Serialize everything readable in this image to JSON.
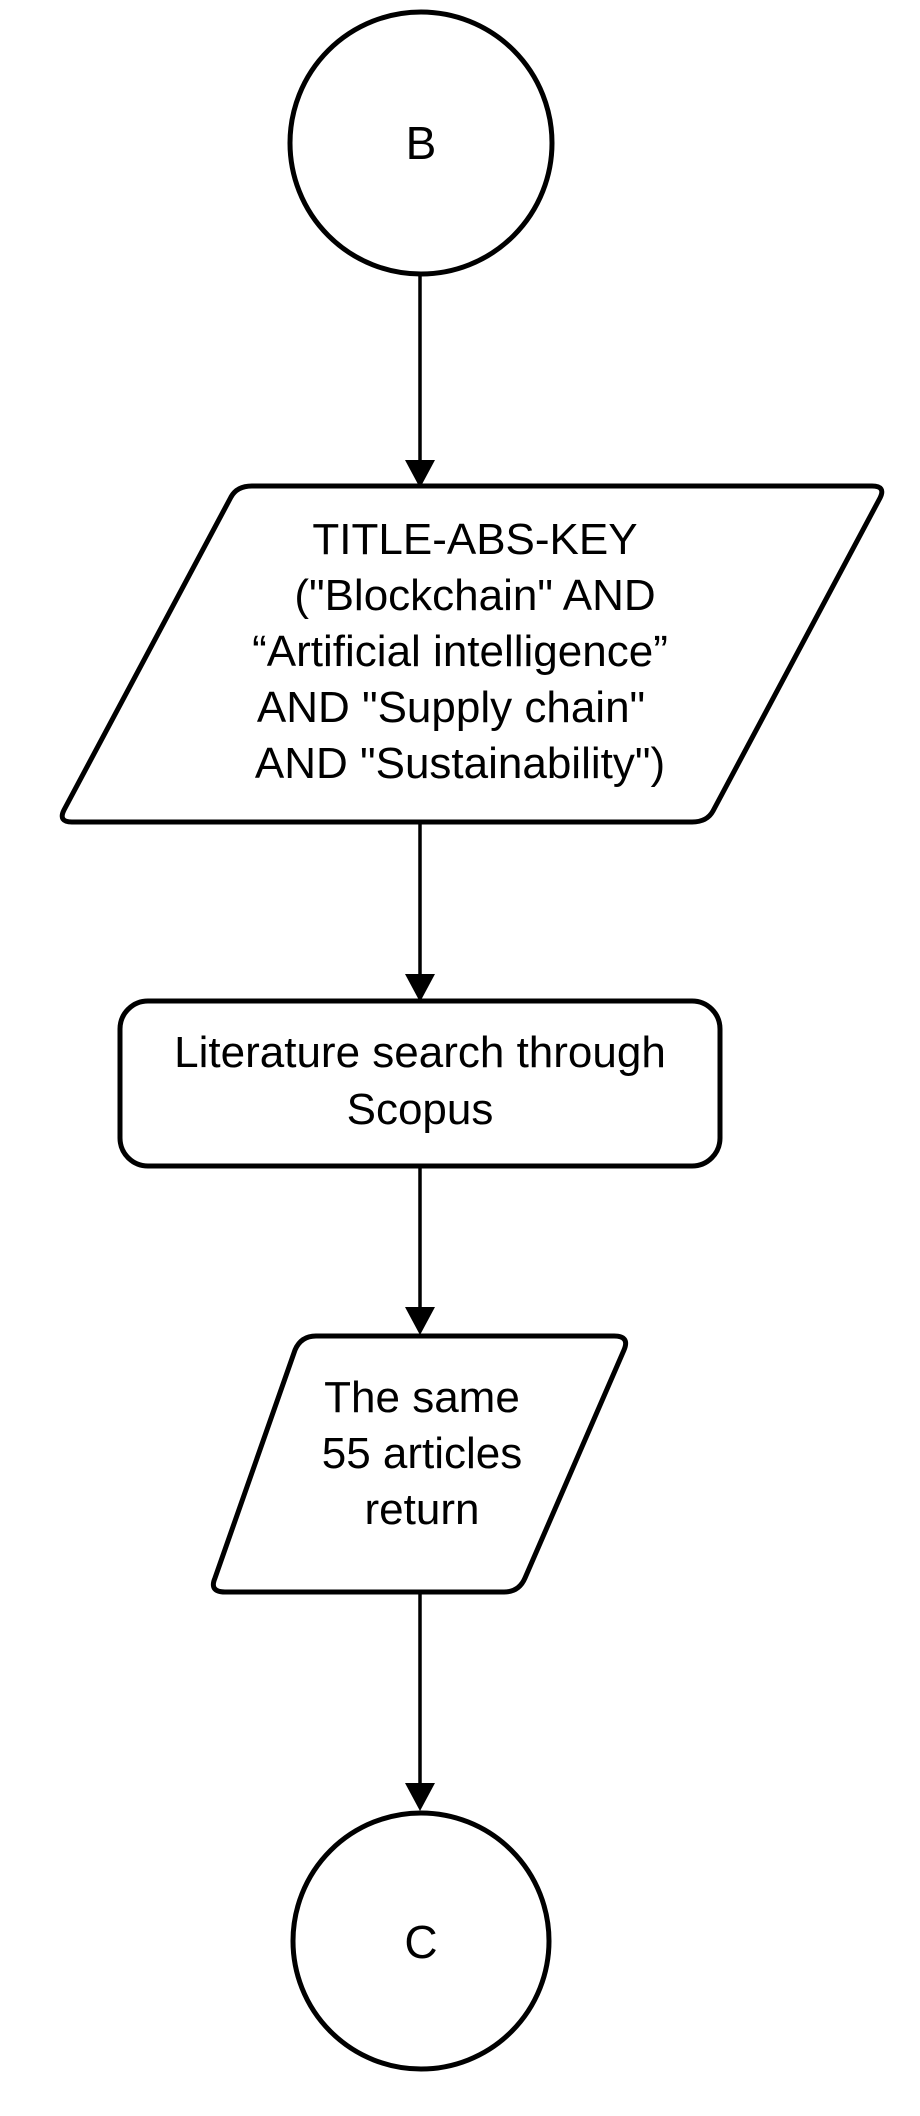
{
  "diagram": {
    "type": "flowchart",
    "nodes": [
      {
        "id": "connector-b",
        "shape": "circle",
        "label": "B"
      },
      {
        "id": "query",
        "shape": "parallelogram",
        "lines": [
          "TITLE-ABS-KEY",
          "(\"Blockchain\" AND",
          "“Artificial intelligence”",
          "AND \"Supply chain\"",
          "AND \"Sustainability\")"
        ]
      },
      {
        "id": "search",
        "shape": "rounded-rectangle",
        "lines": [
          "Literature search through",
          "Scopus"
        ]
      },
      {
        "id": "result",
        "shape": "parallelogram",
        "lines": [
          "The same",
          "55 articles",
          "return"
        ]
      },
      {
        "id": "connector-c",
        "shape": "circle",
        "label": "C"
      }
    ],
    "edges": [
      {
        "from": "connector-b",
        "to": "query"
      },
      {
        "from": "query",
        "to": "search"
      },
      {
        "from": "search",
        "to": "result"
      },
      {
        "from": "result",
        "to": "connector-c"
      }
    ]
  }
}
